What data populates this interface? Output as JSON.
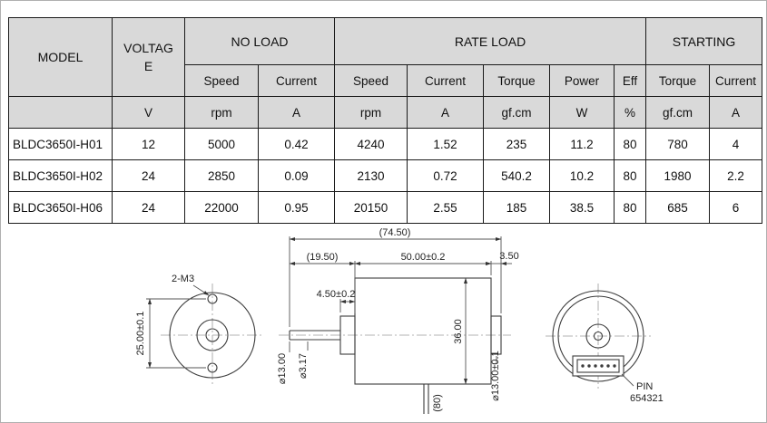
{
  "table": {
    "group": {
      "model": "MODEL",
      "voltage": "VOLTAGE",
      "no_load": "NO LOAD",
      "rate_load": "RATE LOAD",
      "starting": "STARTING"
    },
    "sub": {
      "nl_speed": "Speed",
      "nl_current": "Current",
      "rl_speed": "Speed",
      "rl_current": "Current",
      "rl_torque": "Torque",
      "rl_power": "Power",
      "rl_eff": "Eff",
      "st_torque": "Torque",
      "st_current": "Current"
    },
    "units": {
      "voltage": "V",
      "nl_speed": "rpm",
      "nl_current": "A",
      "rl_speed": "rpm",
      "rl_current": "A",
      "rl_torque": "gf.cm",
      "rl_power": "W",
      "rl_eff": "%",
      "st_torque": "gf.cm",
      "st_current": "A"
    },
    "rows": [
      {
        "model": "BLDC3650I-H01",
        "voltage": "12",
        "nl_speed": "5000",
        "nl_current": "0.42",
        "rl_speed": "4240",
        "rl_current": "1.52",
        "rl_torque": "235",
        "rl_power": "11.2",
        "rl_eff": "80",
        "st_torque": "780",
        "st_current": "4"
      },
      {
        "model": "BLDC3650I-H02",
        "voltage": "24",
        "nl_speed": "2850",
        "nl_current": "0.09",
        "rl_speed": "2130",
        "rl_current": "0.72",
        "rl_torque": "540.2",
        "rl_power": "10.2",
        "rl_eff": "80",
        "st_torque": "1980",
        "st_current": "2.2"
      },
      {
        "model": "BLDC3650I-H06",
        "voltage": "24",
        "nl_speed": "22000",
        "nl_current": "0.95",
        "rl_speed": "20150",
        "rl_current": "2.55",
        "rl_torque": "185",
        "rl_power": "38.5",
        "rl_eff": "80",
        "st_torque": "685",
        "st_current": "6"
      }
    ]
  },
  "drawing": {
    "front": {
      "hole_label": "2-M3",
      "height_dim": "25.00±0.1"
    },
    "side": {
      "total_len": "(74.50)",
      "shaft_len": "(19.50)",
      "body_len": "50.00±0.2",
      "rear_len": "3.50",
      "boss_len": "4.50±0.2",
      "body_dia": "36.00",
      "boss_dia": "⌀13.00",
      "shaft_dia": "⌀3.17",
      "wire_len": "(80)",
      "rear_boss_dia": "⌀13.00±0.1"
    },
    "rear": {
      "pin_label": "PIN",
      "pin_numbers": "654321"
    }
  }
}
